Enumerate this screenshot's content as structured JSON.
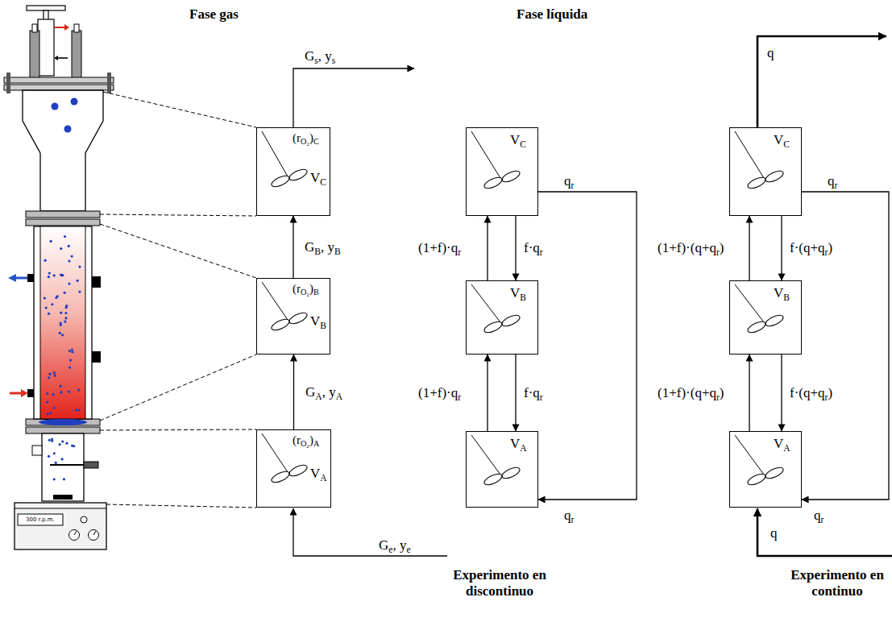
{
  "diagram": {
    "nodes": [
      {
        "text": [
          "(rO₂)C",
          "VC"
        ]
      },
      {
        "text": [
          "(rO₂)B",
          "VB"
        ]
      },
      {
        "text": [
          "(rO₂)A",
          "VA"
        ]
      },
      {
        "text": [
          "VC"
        ]
      },
      {
        "text": [
          "VB"
        ]
      },
      {
        "text": [
          "VA"
        ]
      },
      {
        "text": [
          "VC"
        ]
      },
      {
        "text": [
          "VB"
        ]
      },
      {
        "text": [
          "VA"
        ]
      }
    ],
    "edges": [
      {
        "from": 2,
        "to": 1,
        "label": "GA, yA",
        "arrow": "to"
      },
      {
        "from": 1,
        "to": 0,
        "label": "GB, yB",
        "arrow": "to"
      },
      {
        "from": 4,
        "to": 3,
        "label": "(1+f)·qr",
        "arrow": "to"
      },
      {
        "from": 3,
        "to": 4,
        "label": "f·qr",
        "arrow": "to"
      },
      {
        "from": 5,
        "to": 4,
        "label": "(1+f)·qr",
        "arrow": "to"
      },
      {
        "from": 4,
        "to": 5,
        "label": "f·qr",
        "arrow": "to"
      },
      {
        "from": 3,
        "to": 5,
        "label": "qr",
        "arrow": "to"
      },
      {
        "from": 7,
        "to": 6,
        "label": "(1+f)·(q+qr)",
        "arrow": "to"
      },
      {
        "from": 6,
        "to": 7,
        "label": "f·(q+qr)",
        "arrow": "to"
      },
      {
        "from": 8,
        "to": 7,
        "label": "(1+f)·(q+qr)",
        "arrow": "to"
      },
      {
        "from": 7,
        "to": 8,
        "label": "f·(q+qr)",
        "arrow": "to"
      },
      {
        "from": 6,
        "to": 8,
        "label": "qr",
        "arrow": "to"
      }
    ],
    "labels": [
      "Fase gas",
      "Fase líquida",
      "Gs, ys",
      "Ge, ye",
      "qr",
      "q",
      "qr",
      "q",
      "Experimento en discontinuo",
      "Experimento en continuo",
      "300 r.p.m."
    ]
  }
}
